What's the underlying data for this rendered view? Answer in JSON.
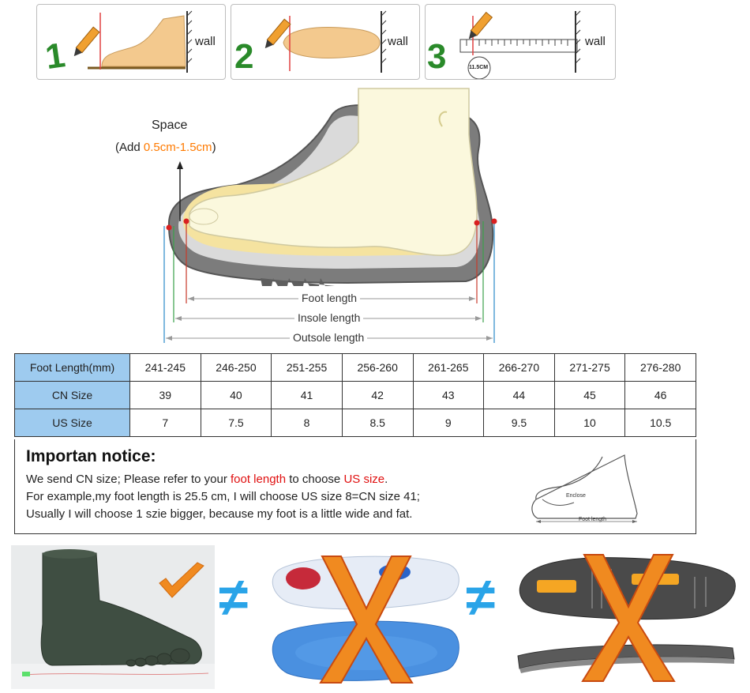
{
  "steps": [
    {
      "number": "1",
      "wall_label": "wall"
    },
    {
      "number": "2",
      "wall_label": "wall"
    },
    {
      "number": "3",
      "wall_label": "wall",
      "measure_badge": "11.5CM"
    }
  ],
  "diagram": {
    "space_title": "Space",
    "space_add_prefix": "(Add ",
    "space_add_value": "0.5cm-1.5cm",
    "space_add_suffix": ")",
    "foot_length_label": "Foot length",
    "insole_length_label": "Insole length",
    "outsole_length_label": "Outsole length"
  },
  "size_table": {
    "rows": [
      {
        "header": "Foot Length(mm)",
        "cells": [
          "241-245",
          "246-250",
          "251-255",
          "256-260",
          "261-265",
          "266-270",
          "271-275",
          "276-280"
        ]
      },
      {
        "header": "CN Size",
        "cells": [
          "39",
          "40",
          "41",
          "42",
          "43",
          "44",
          "45",
          "46"
        ]
      },
      {
        "header": "US Size",
        "cells": [
          "7",
          "7.5",
          "8",
          "8.5",
          "9",
          "9.5",
          "10",
          "10.5"
        ]
      }
    ]
  },
  "notice": {
    "title": "Importan notice:",
    "line1_a": "We send CN size; Please refer to your ",
    "line1_foot": "foot length",
    "line1_b": " to choose ",
    "line1_us": "US size",
    "line1_c": ".",
    "line2": "For example,my foot length is 25.5 cm, I will choose US size 8=CN size 41;",
    "line3": "Usually I will choose 1 szie bigger, because my foot is a little wide and fat.",
    "sketch_enclose": "Enclose",
    "sketch_foot_length": "Foot length"
  },
  "bottom": {
    "not_equal_symbol": "≠"
  },
  "colors": {
    "accent_orange": "#ff7a00",
    "accent_red": "#e01010",
    "table_header_blue": "#9ecbef",
    "step_number_green": "#2a8a2a",
    "insole_orange": "#f5a623"
  }
}
